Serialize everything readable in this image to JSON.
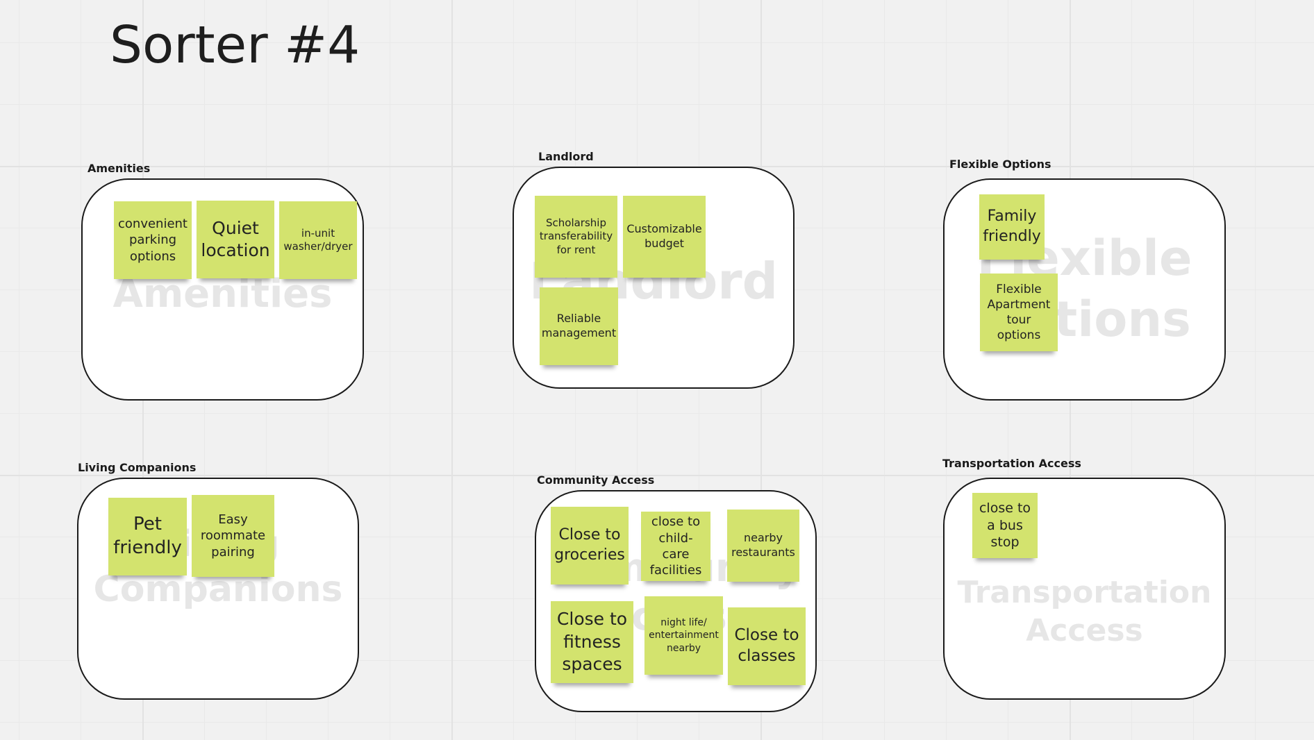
{
  "title": "Sorter #4",
  "colors": {
    "sticky": "#d3e36e",
    "frame_border": "#1a1a1a",
    "watermark": "#e6e6e6"
  },
  "groups": [
    {
      "label": "Amenities",
      "watermark": [
        "Amenities"
      ],
      "notes": [
        "convenient parking options",
        "Quiet location",
        "in-unit washer/dryer"
      ]
    },
    {
      "label": "Landlord",
      "watermark": [
        "Landlord"
      ],
      "notes": [
        "Scholarship transferability for rent",
        "Customizable budget",
        "Reliable management"
      ]
    },
    {
      "label": "Flexible Options",
      "watermark": [
        "Flexible",
        "Options"
      ],
      "notes": [
        "Family friendly",
        "Flexible Apartment tour options"
      ]
    },
    {
      "label": "Living Companions",
      "watermark": [
        "Living",
        "Companions"
      ],
      "notes": [
        "Pet friendly",
        "Easy roommate pairing"
      ]
    },
    {
      "label": "Community Access",
      "watermark": [
        "Community",
        "Access"
      ],
      "notes": [
        "Close to groceries",
        "close to child-care facilities",
        "nearby restaurants",
        "Close to fitness spaces",
        "night life/ entertainment nearby",
        "Close to classes"
      ]
    },
    {
      "label": "Transportation Access",
      "watermark": [
        "Transportation",
        "Access"
      ],
      "notes": [
        "close to a bus stop"
      ]
    }
  ]
}
